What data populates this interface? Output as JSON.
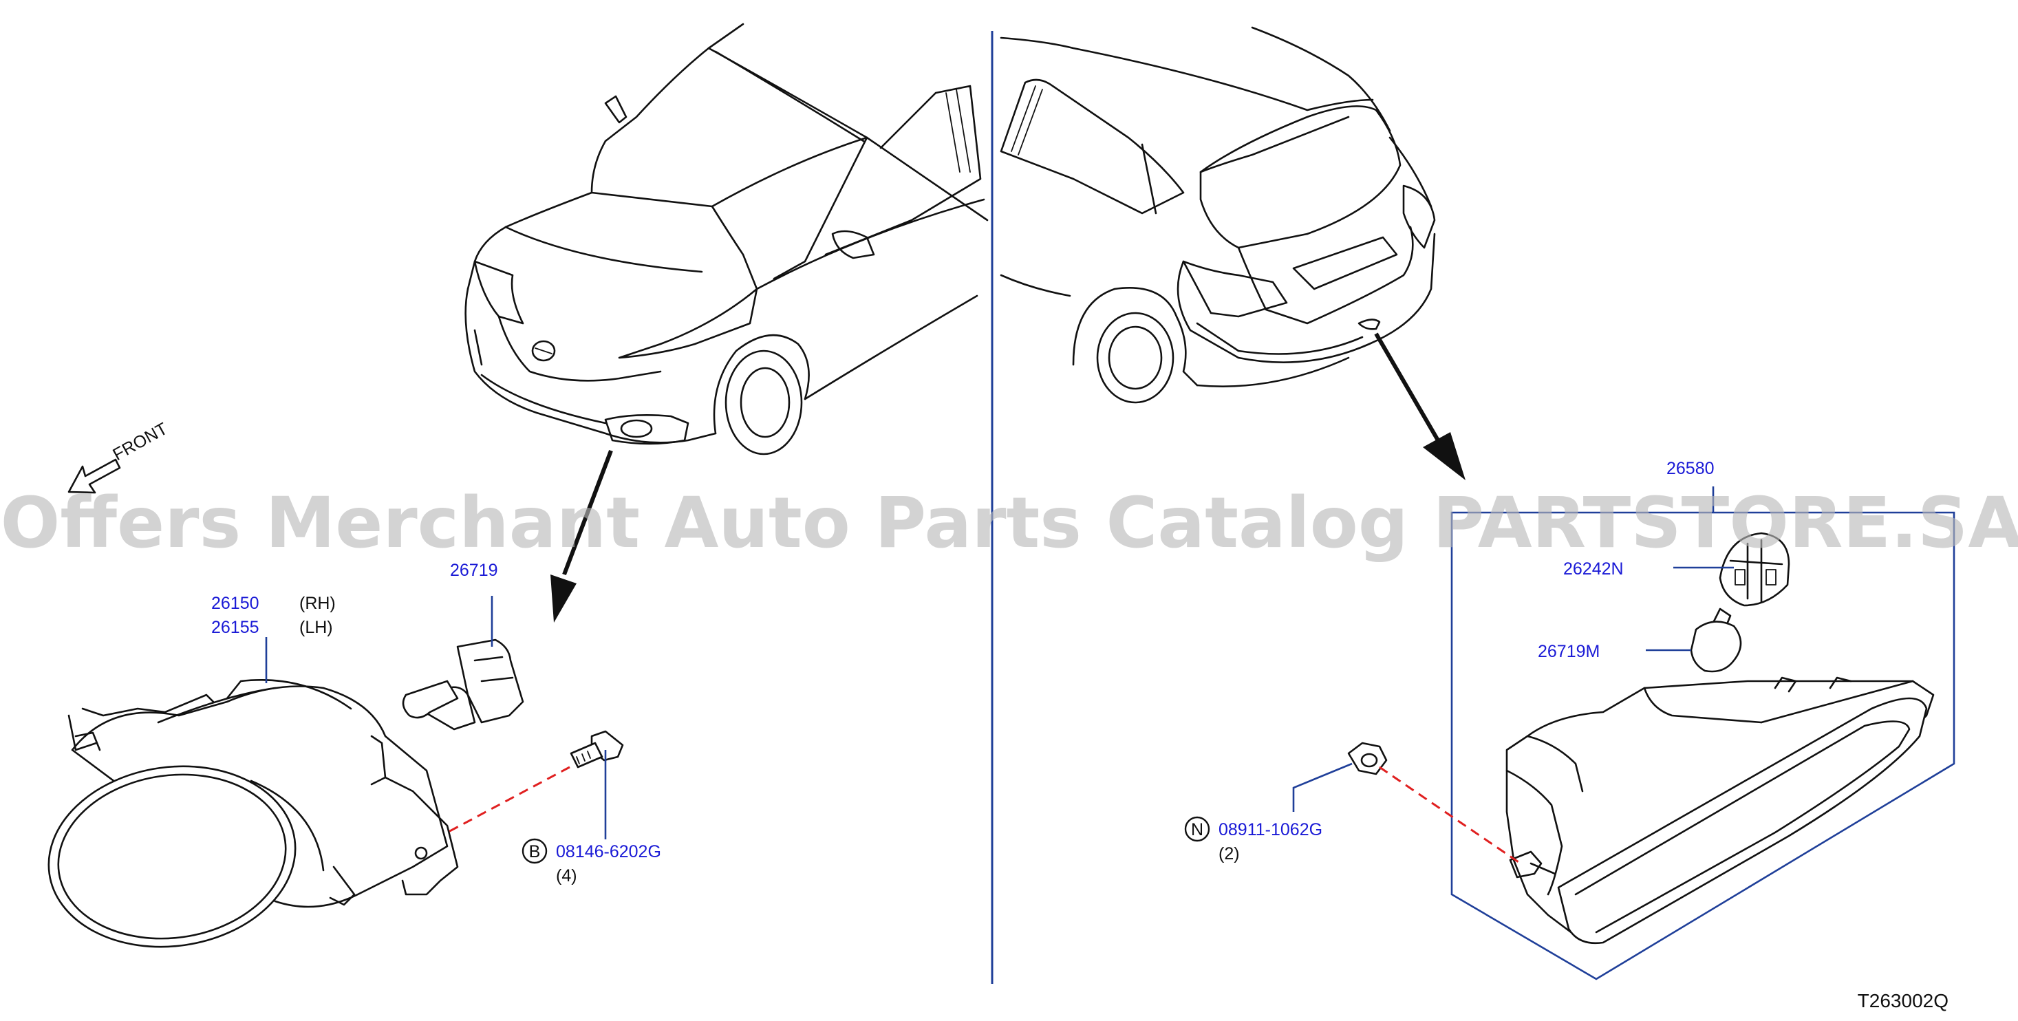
{
  "watermark": "Offers Merchant Auto Parts Catalog PARTSTORE.SA",
  "direction_label": "FRONT",
  "diagram_code": "T263002Q",
  "colors": {
    "part_number": "#1a1ad6",
    "callout_line": "#1f3f99",
    "fastener_path": "#e02020",
    "line_art": "#111111"
  },
  "front_fog_lamp": {
    "lamp_rh": {
      "part_number": "26150",
      "side": "(RH)"
    },
    "lamp_lh": {
      "part_number": "26155",
      "side": "(LH)"
    },
    "bulb": {
      "part_number": "26719"
    },
    "bolt": {
      "symbol": "B",
      "part_number": "08146-6202G",
      "quantity": "(4)"
    }
  },
  "rear_fog_lamp": {
    "assembly": {
      "part_number": "26580"
    },
    "socket": {
      "part_number": "26242N"
    },
    "bulb": {
      "part_number": "26719M"
    },
    "nut": {
      "symbol": "N",
      "part_number": "08911-1062G",
      "quantity": "(2)"
    }
  }
}
